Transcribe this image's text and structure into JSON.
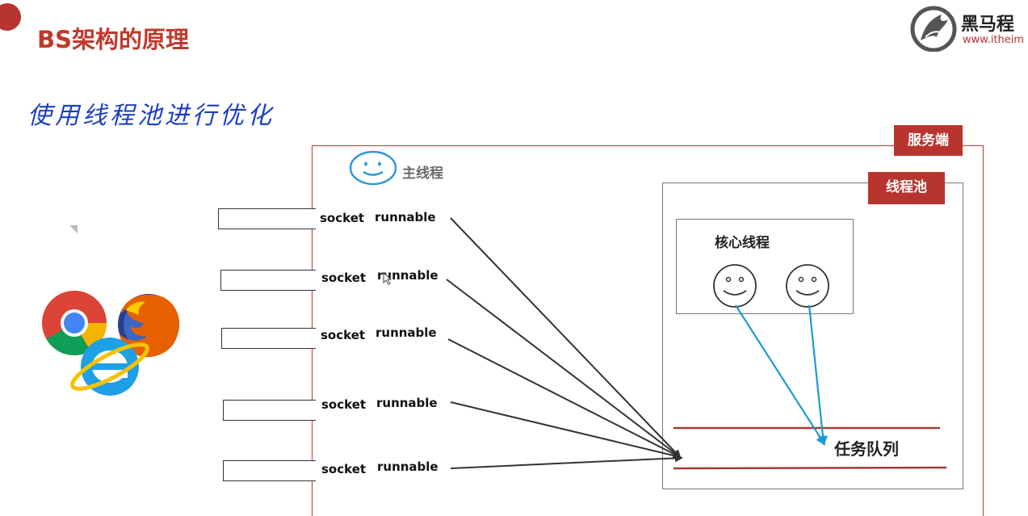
{
  "slide": {
    "title": "BS架构的原理",
    "subtitle": "使用线程池进行优化"
  },
  "logo": {
    "name": "黑马程",
    "url": "www.itheim"
  },
  "diagram": {
    "server_tag": "服务端",
    "pool_tag": "线程池",
    "main_thread_label": "主线程",
    "core_threads_label": "核心线程",
    "task_queue_label": "任务队列",
    "connections": [
      {
        "socket": "socket",
        "runnable": "runnable"
      },
      {
        "socket": "socket",
        "runnable": "runnable"
      },
      {
        "socket": "socket",
        "runnable": "runnable"
      },
      {
        "socket": "socket",
        "runnable": "runnable"
      },
      {
        "socket": "socket",
        "runnable": "runnable"
      }
    ]
  },
  "colors": {
    "brand_red": "#b8342e",
    "handwriting_blue": "#1a3fc4",
    "thread_arrow_blue": "#1a9ad6",
    "face_blue": "#2e9bd6"
  },
  "icons": [
    "chrome-icon",
    "firefox-icon",
    "ie-icon",
    "smiley-icon",
    "horse-logo-icon"
  ]
}
